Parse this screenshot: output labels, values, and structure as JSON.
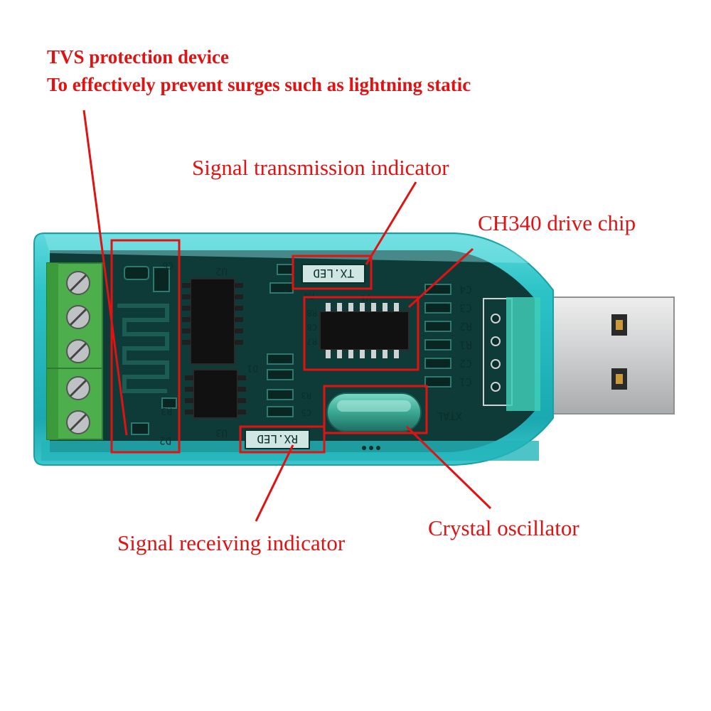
{
  "annotations": {
    "tvs_title": "TVS protection device",
    "tvs_description": "To effectively prevent surges such as lightning static",
    "tx_indicator": "Signal transmission indicator",
    "drive_chip": "CH340 drive chip",
    "rx_indicator": "Signal receiving indicator",
    "crystal": "Crystal oscillator"
  },
  "board_labels": {
    "tx_led": "TX.LED",
    "rx_led": "RX.LED",
    "xtal": "XTAL",
    "u1": "U1",
    "u2": "U2",
    "u3": "U3",
    "d1": "D1",
    "d2": "D2",
    "r1": "R1",
    "r2": "R2",
    "r3": "R3",
    "r4": "R4",
    "r7": "R7",
    "r8": "R8",
    "c1": "C1",
    "c2": "C2",
    "c3": "C3",
    "c4": "C4",
    "c5": "C5",
    "c6": "C6",
    "c8": "C8"
  },
  "colors": {
    "annotation_red": "#e01212",
    "case_cyan": "#2cc3c7",
    "pcb_dark": "#0e3a37",
    "terminal_green": "#4caf4c",
    "usb_metal": "#c8cacc"
  }
}
